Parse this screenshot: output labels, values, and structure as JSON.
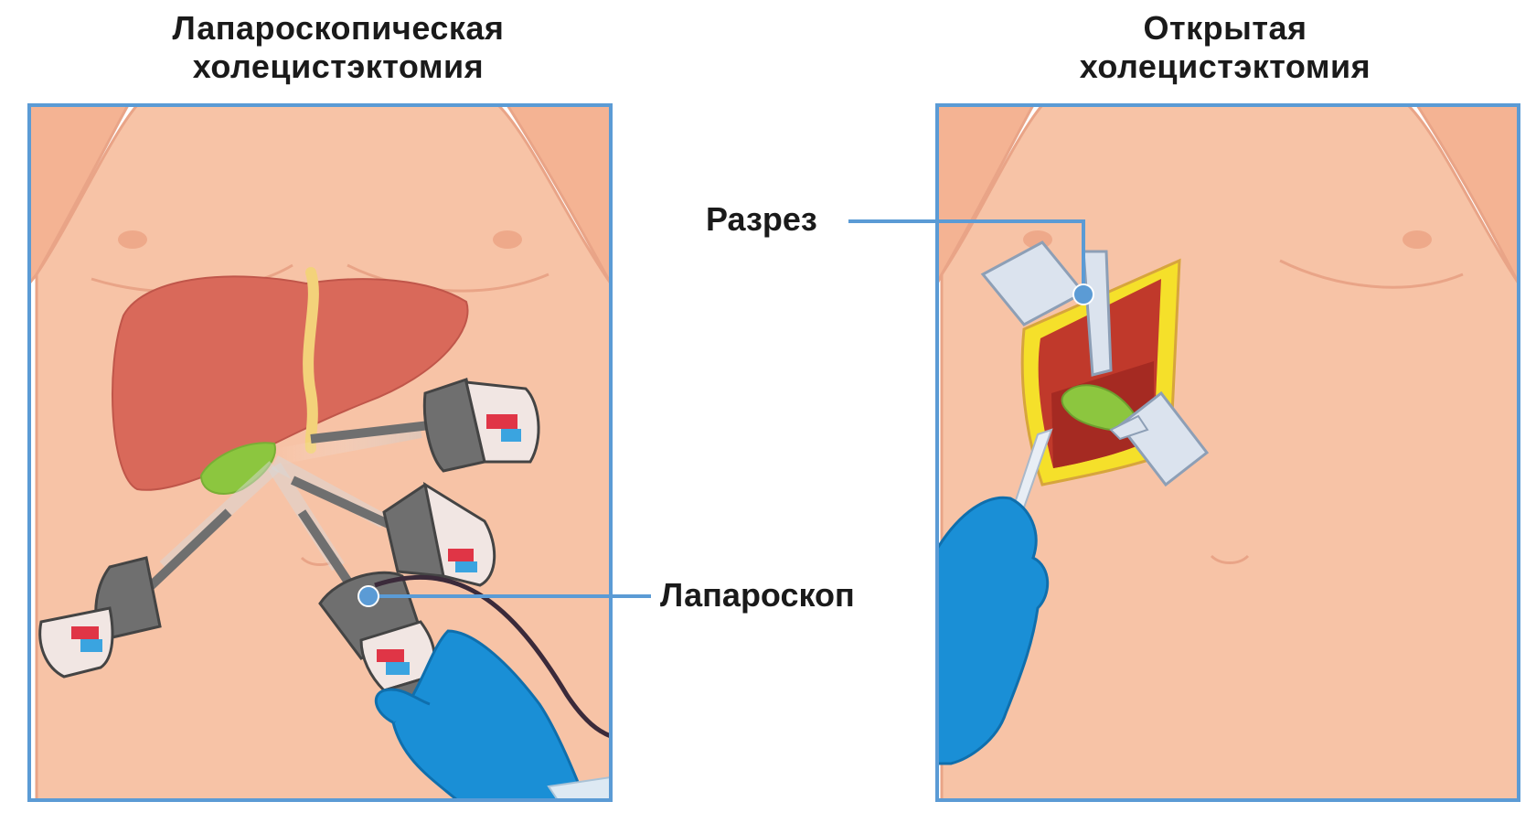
{
  "left_panel": {
    "title_line1": "Лапароскопическая",
    "title_line2": "холецистэктомия"
  },
  "right_panel": {
    "title_line1": "Открытая",
    "title_line2": "холецистэктомия"
  },
  "labels": {
    "incision": "Разрез",
    "laparoscope": "Лапароскоп"
  },
  "colors": {
    "frame": "#5b9bd5",
    "skin": "#f7c3a6",
    "skin_shadow": "#eea98a",
    "liver": "#d9695a",
    "gallbladder": "#8cc63f",
    "glove": "#1a8fd6",
    "port_gray": "#6f6f6f",
    "leader_line": "#5b9bd5"
  }
}
